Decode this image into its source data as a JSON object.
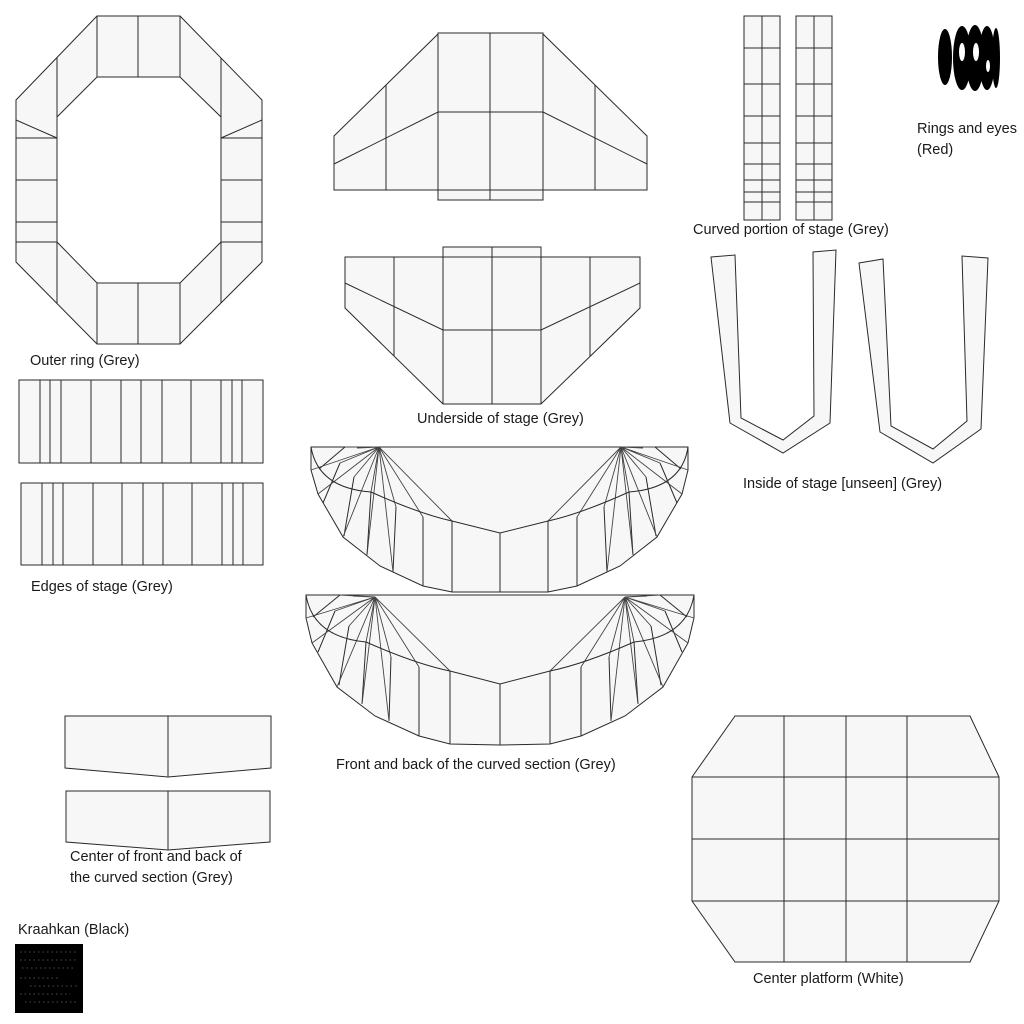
{
  "labels": {
    "outer_ring": "Outer ring (Grey)",
    "underside": "Underside of stage (Grey)",
    "curved_portion": "Curved portion of stage (Grey)",
    "rings_eyes_1": "Rings and eyes",
    "rings_eyes_2": "(Red)",
    "inside_stage": "Inside of stage [unseen] (Grey)",
    "edges": "Edges of stage (Grey)",
    "front_back": "Front and back of the curved section (Grey)",
    "center_fb_1": "Center of front and back of",
    "center_fb_2": "the curved section (Grey)",
    "kraahkan": "Kraahkan (Black)",
    "center_platform": "Center platform (White)"
  },
  "colors": {
    "panel_fill": "#f7f7f7",
    "stroke": "#2a2a2a",
    "rings_fill": "#000000",
    "kraahkan_fill": "#000000"
  }
}
